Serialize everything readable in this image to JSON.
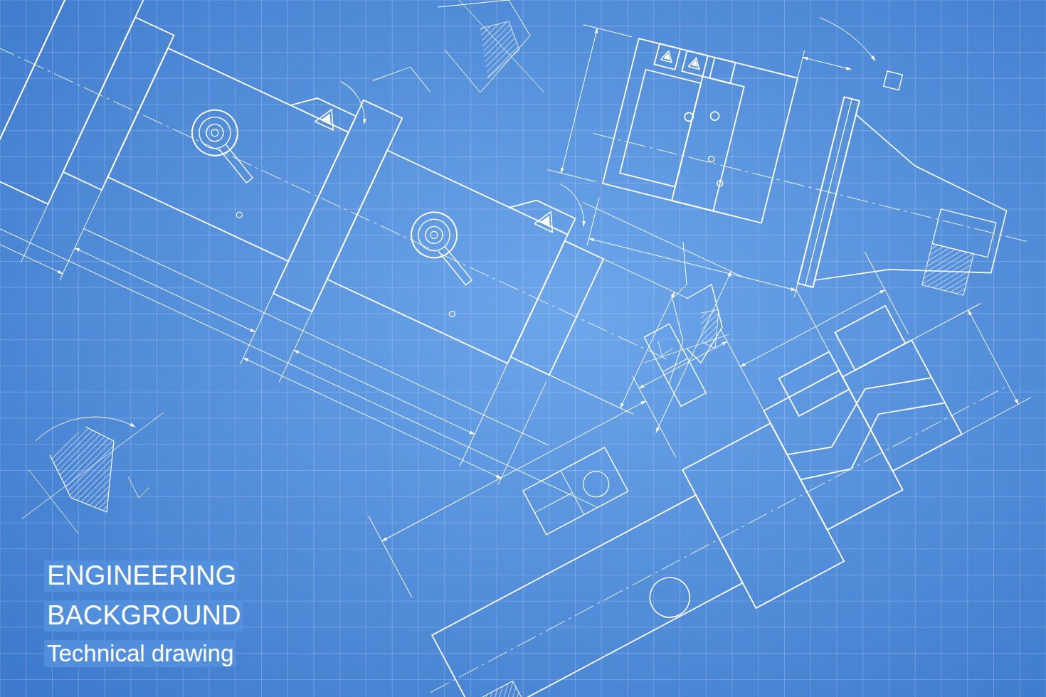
{
  "diagram": {
    "labels": [
      "ENGINEERING",
      "BACKGROUND",
      "Technical drawing"
    ]
  }
}
